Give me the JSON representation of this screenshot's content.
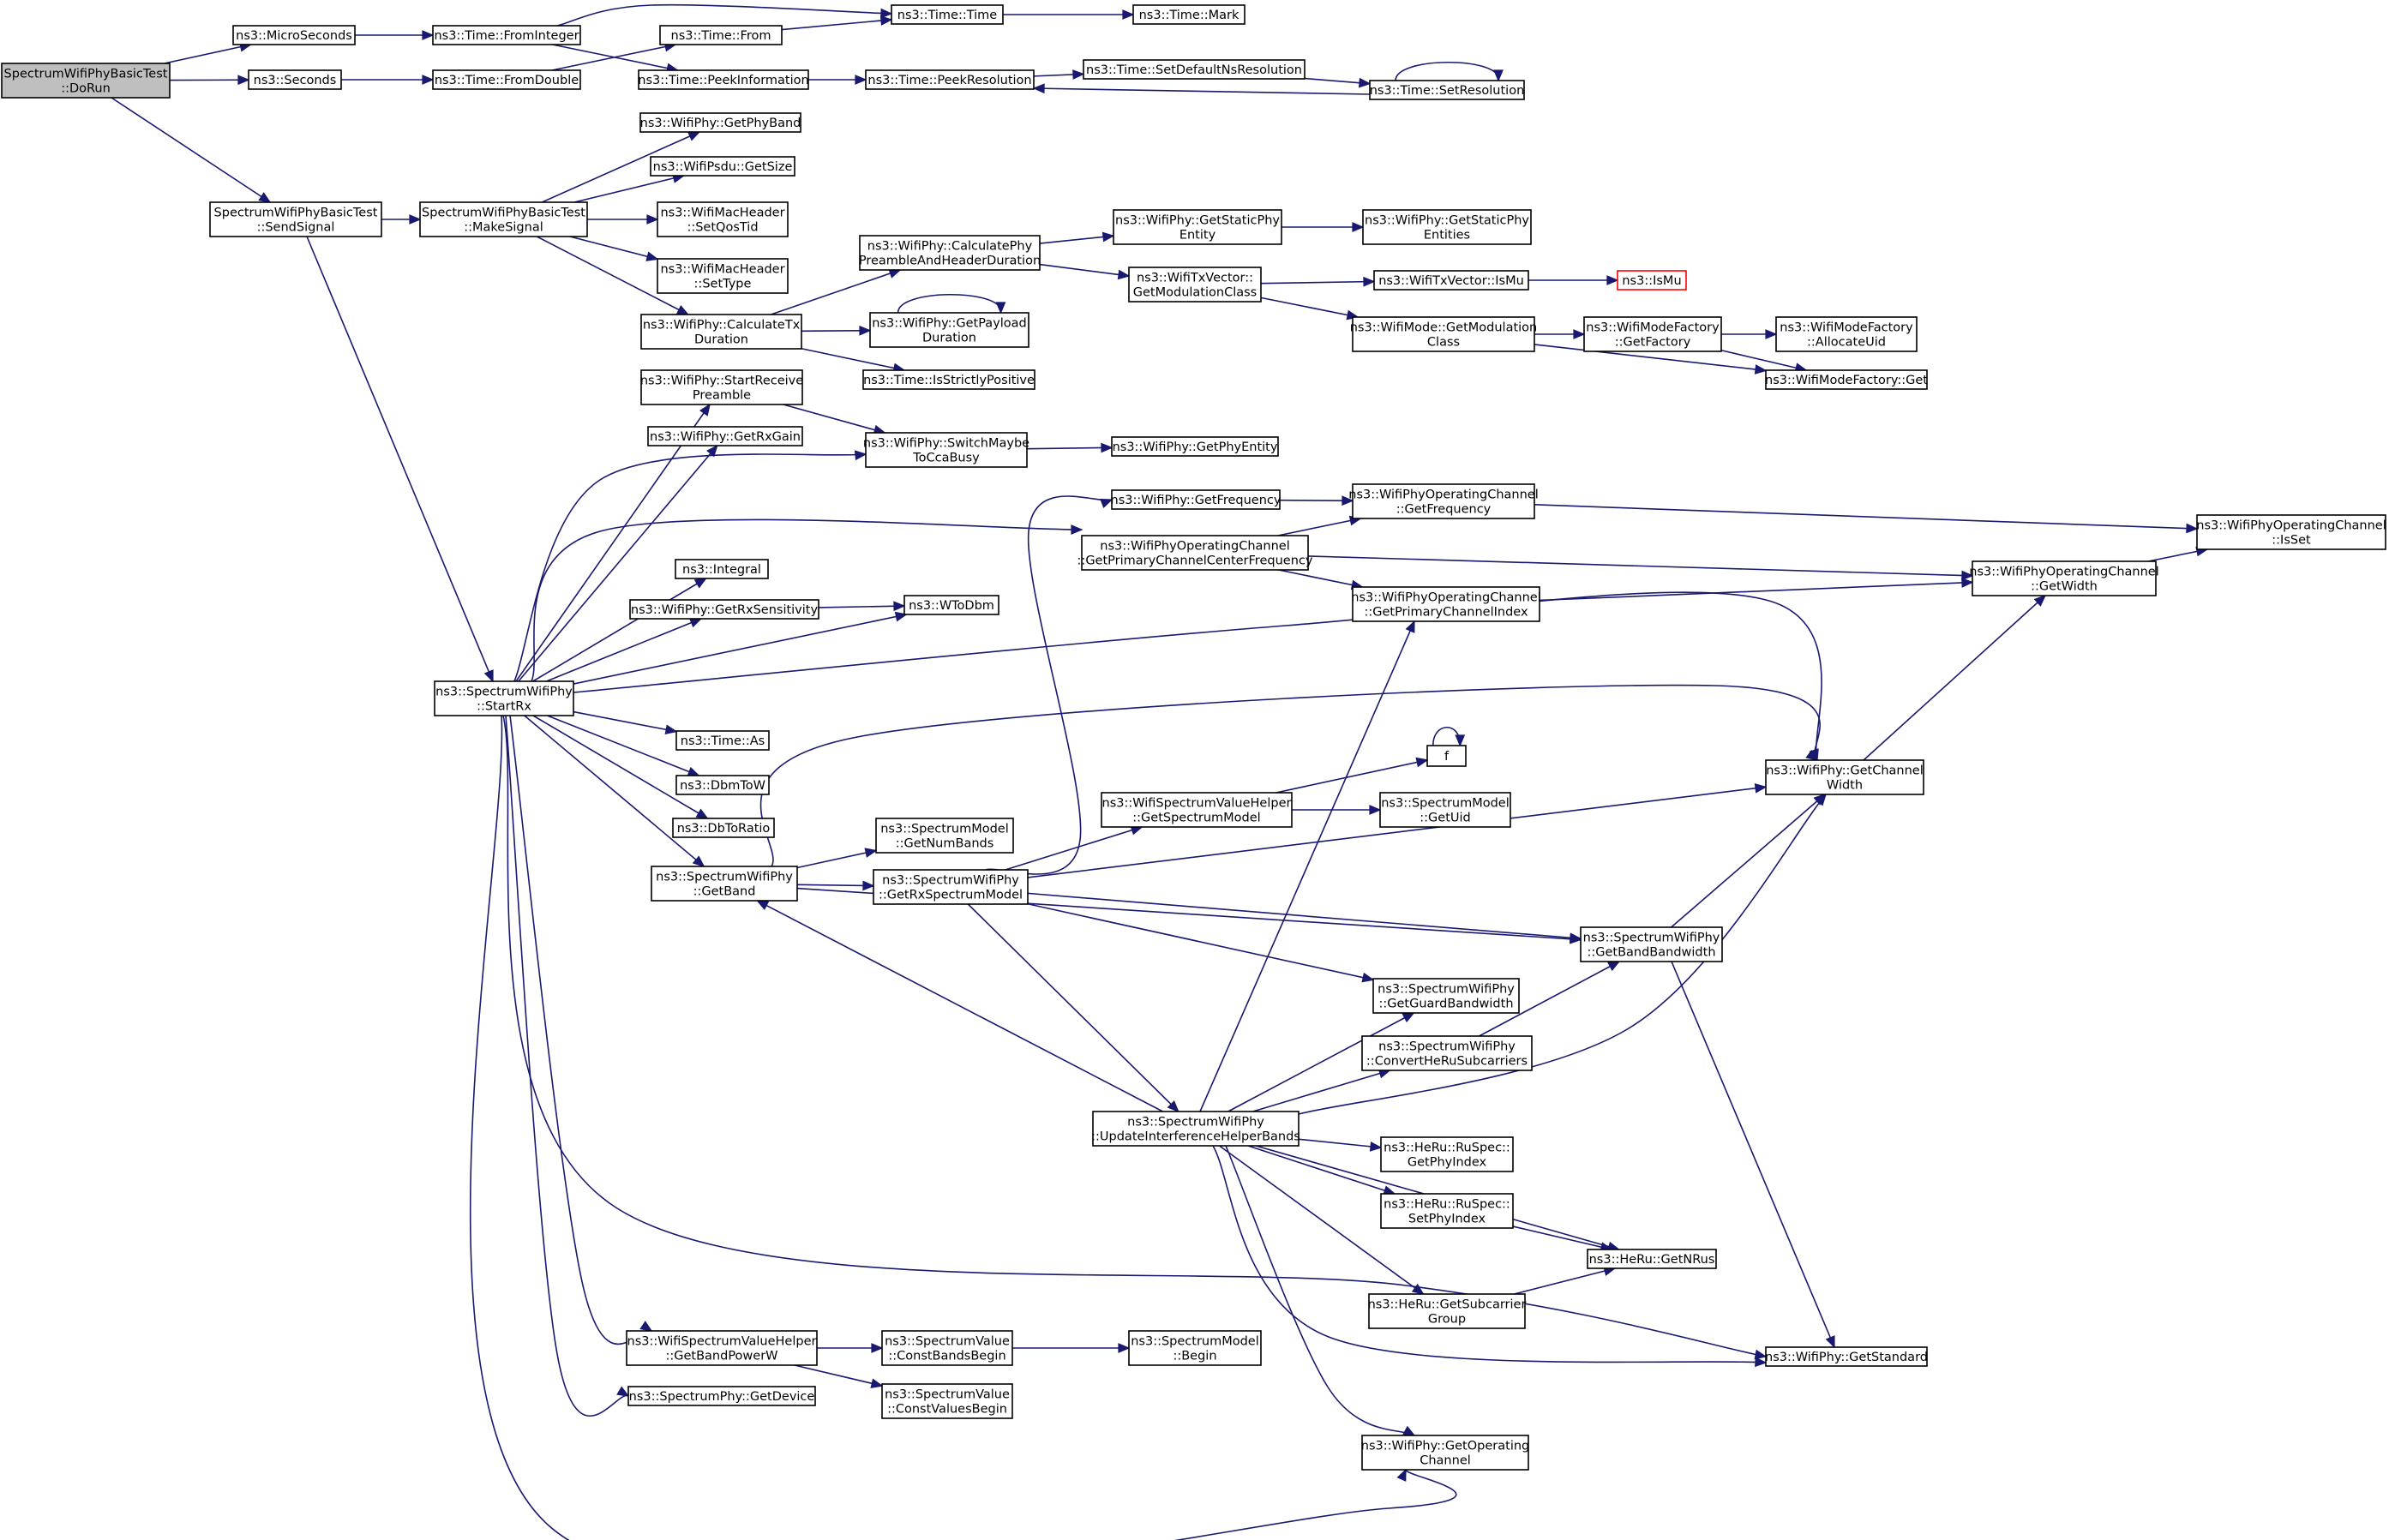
{
  "colors": {
    "edge": "#191970",
    "root_fill": "#bfbfbf",
    "highlight": "#ff0000",
    "box": "#000000"
  },
  "nodes": [
    {
      "id": "dorun",
      "lines": [
        "SpectrumWifiPhyBasicTest",
        "::DoRun"
      ]
    },
    {
      "id": "microseconds",
      "lines": [
        "ns3::MicroSeconds"
      ]
    },
    {
      "id": "seconds",
      "lines": [
        "ns3::Seconds"
      ]
    },
    {
      "id": "sendsignal",
      "lines": [
        "SpectrumWifiPhyBasicTest",
        "::SendSignal"
      ]
    },
    {
      "id": "frominteger",
      "lines": [
        "ns3::Time::FromInteger"
      ]
    },
    {
      "id": "fromdouble",
      "lines": [
        "ns3::Time::FromDouble"
      ]
    },
    {
      "id": "from",
      "lines": [
        "ns3::Time::From"
      ]
    },
    {
      "id": "peekinfo",
      "lines": [
        "ns3::Time::PeekInformation"
      ]
    },
    {
      "id": "time",
      "lines": [
        "ns3::Time::Time"
      ]
    },
    {
      "id": "mark",
      "lines": [
        "ns3::Time::Mark"
      ]
    },
    {
      "id": "peekres",
      "lines": [
        "ns3::Time::PeekResolution"
      ]
    },
    {
      "id": "setdefres",
      "lines": [
        "ns3::Time::SetDefaultNsResolution"
      ]
    },
    {
      "id": "setres",
      "lines": [
        "ns3::Time::SetResolution"
      ]
    },
    {
      "id": "makesignal",
      "lines": [
        "SpectrumWifiPhyBasicTest",
        "::MakeSignal"
      ]
    },
    {
      "id": "getphyband",
      "lines": [
        "ns3::WifiPhy::GetPhyBand"
      ]
    },
    {
      "id": "getsize",
      "lines": [
        "ns3::WifiPsdu::GetSize"
      ]
    },
    {
      "id": "setqostid",
      "lines": [
        "ns3::WifiMacHeader",
        "::SetQosTid"
      ]
    },
    {
      "id": "settype",
      "lines": [
        "ns3::WifiMacHeader",
        "::SetType"
      ]
    },
    {
      "id": "calctx",
      "lines": [
        "ns3::WifiPhy::CalculateTx",
        "Duration"
      ]
    },
    {
      "id": "calcphy",
      "lines": [
        "ns3::WifiPhy::CalculatePhy",
        "PreambleAndHeaderDuration"
      ]
    },
    {
      "id": "getpayload",
      "lines": [
        "ns3::WifiPhy::GetPayload",
        "Duration"
      ]
    },
    {
      "id": "isstrictly",
      "lines": [
        "ns3::Time::IsStrictlyPositive"
      ]
    },
    {
      "id": "getstaticphy",
      "lines": [
        "ns3::WifiPhy::GetStaticPhy",
        "Entity"
      ]
    },
    {
      "id": "getstaticphies",
      "lines": [
        "ns3::WifiPhy::GetStaticPhy",
        "Entities"
      ]
    },
    {
      "id": "getmodclass",
      "lines": [
        "ns3::WifiTxVector::",
        "GetModulationClass"
      ]
    },
    {
      "id": "txismu",
      "lines": [
        "ns3::WifiTxVector::IsMu"
      ]
    },
    {
      "id": "ismu",
      "lines": [
        "ns3::IsMu"
      ]
    },
    {
      "id": "modegetmod",
      "lines": [
        "ns3::WifiMode::GetModulation",
        "Class"
      ]
    },
    {
      "id": "getfactory",
      "lines": [
        "ns3::WifiModeFactory",
        "::GetFactory"
      ]
    },
    {
      "id": "allocuid",
      "lines": [
        "ns3::WifiModeFactory",
        "::AllocateUid"
      ]
    },
    {
      "id": "factoryget",
      "lines": [
        "ns3::WifiModeFactory::Get"
      ]
    },
    {
      "id": "startrecvpre",
      "lines": [
        "ns3::WifiPhy::StartReceive",
        "Preamble"
      ]
    },
    {
      "id": "getrxgain",
      "lines": [
        "ns3::WifiPhy::GetRxGain"
      ]
    },
    {
      "id": "switchcca",
      "lines": [
        "ns3::WifiPhy::SwitchMaybe",
        "ToCcaBusy"
      ]
    },
    {
      "id": "getphyentity",
      "lines": [
        "ns3::WifiPhy::GetPhyEntity"
      ]
    },
    {
      "id": "getfreq",
      "lines": [
        "ns3::WifiPhy::GetFrequency"
      ]
    },
    {
      "id": "opgetfreq",
      "lines": [
        "ns3::WifiPhyOperatingChannel",
        "::GetFrequency"
      ]
    },
    {
      "id": "opisset",
      "lines": [
        "ns3::WifiPhyOperatingChannel",
        "::IsSet"
      ]
    },
    {
      "id": "getprimcenter",
      "lines": [
        "ns3::WifiPhyOperatingChannel",
        "::GetPrimaryChannelCenterFrequency"
      ]
    },
    {
      "id": "opgetwidth",
      "lines": [
        "ns3::WifiPhyOperatingChannel",
        "::GetWidth"
      ]
    },
    {
      "id": "integral",
      "lines": [
        "ns3::Integral"
      ]
    },
    {
      "id": "getrxsens",
      "lines": [
        "ns3::WifiPhy::GetRxSensitivity"
      ]
    },
    {
      "id": "wtodbm",
      "lines": [
        "ns3::WToDbm"
      ]
    },
    {
      "id": "getprimindex",
      "lines": [
        "ns3::WifiPhyOperatingChannel",
        "::GetPrimaryChannelIndex"
      ]
    },
    {
      "id": "startrx",
      "lines": [
        "ns3::SpectrumWifiPhy",
        "::StartRx"
      ]
    },
    {
      "id": "timeas",
      "lines": [
        "ns3::Time::As"
      ]
    },
    {
      "id": "dbmtow",
      "lines": [
        "ns3::DbmToW"
      ]
    },
    {
      "id": "dbtoratio",
      "lines": [
        "ns3::DbToRatio"
      ]
    },
    {
      "id": "f",
      "lines": [
        "f"
      ]
    },
    {
      "id": "getchwidth",
      "lines": [
        "ns3::WifiPhy::GetChannel",
        "Width"
      ]
    },
    {
      "id": "vhgetspec",
      "lines": [
        "ns3::WifiSpectrumValueHelper",
        "::GetSpectrumModel"
      ]
    },
    {
      "id": "getuid",
      "lines": [
        "ns3::SpectrumModel",
        "::GetUid"
      ]
    },
    {
      "id": "getnumbands",
      "lines": [
        "ns3::SpectrumModel",
        "::GetNumBands"
      ]
    },
    {
      "id": "getband",
      "lines": [
        "ns3::SpectrumWifiPhy",
        "::GetBand"
      ]
    },
    {
      "id": "getrxspec",
      "lines": [
        "ns3::SpectrumWifiPhy",
        "::GetRxSpectrumModel"
      ]
    },
    {
      "id": "getbandbw",
      "lines": [
        "ns3::SpectrumWifiPhy",
        "::GetBandBandwidth"
      ]
    },
    {
      "id": "getguardbw",
      "lines": [
        "ns3::SpectrumWifiPhy",
        "::GetGuardBandwidth"
      ]
    },
    {
      "id": "convheru",
      "lines": [
        "ns3::SpectrumWifiPhy",
        "::ConvertHeRuSubcarriers"
      ]
    },
    {
      "id": "updateintf",
      "lines": [
        "ns3::SpectrumWifiPhy",
        "::UpdateInterferenceHelperBands"
      ]
    },
    {
      "id": "rugetphyidx",
      "lines": [
        "ns3::HeRu::RuSpec::",
        "GetPhyIndex"
      ]
    },
    {
      "id": "rusetphyidx",
      "lines": [
        "ns3::HeRu::RuSpec::",
        "SetPhyIndex"
      ]
    },
    {
      "id": "getnrus",
      "lines": [
        "ns3::HeRu::GetNRus"
      ]
    },
    {
      "id": "getsubcarrier",
      "lines": [
        "ns3::HeRu::GetSubcarrier",
        "Group"
      ]
    },
    {
      "id": "getstandard",
      "lines": [
        "ns3::WifiPhy::GetStandard"
      ]
    },
    {
      "id": "getbandpower",
      "lines": [
        "ns3::WifiSpectrumValueHelper",
        "::GetBandPowerW"
      ]
    },
    {
      "id": "constbands",
      "lines": [
        "ns3::SpectrumValue",
        "::ConstBandsBegin"
      ]
    },
    {
      "id": "smbegin",
      "lines": [
        "ns3::SpectrumModel",
        "::Begin"
      ]
    },
    {
      "id": "constvalues",
      "lines": [
        "ns3::SpectrumValue",
        "::ConstValuesBegin"
      ]
    },
    {
      "id": "getdevice",
      "lines": [
        "ns3::SpectrumPhy::GetDevice"
      ]
    },
    {
      "id": "getopchannel",
      "lines": [
        "ns3::WifiPhy::GetOperating",
        "Channel"
      ]
    }
  ],
  "edges": [
    [
      "dorun",
      "microseconds"
    ],
    [
      "dorun",
      "seconds"
    ],
    [
      "dorun",
      "sendsignal"
    ],
    [
      "microseconds",
      "frominteger"
    ],
    [
      "seconds",
      "fromdouble"
    ],
    [
      "frominteger",
      "time"
    ],
    [
      "frominteger",
      "peekinfo"
    ],
    [
      "fromdouble",
      "from"
    ],
    [
      "from",
      "time"
    ],
    [
      "time",
      "mark"
    ],
    [
      "peekinfo",
      "peekres"
    ],
    [
      "peekres",
      "setdefres"
    ],
    [
      "setdefres",
      "setres"
    ],
    [
      "setres",
      "peekres"
    ],
    [
      "setres",
      "setres"
    ],
    [
      "sendsignal",
      "makesignal"
    ],
    [
      "sendsignal",
      "startrx"
    ],
    [
      "makesignal",
      "getphyband"
    ],
    [
      "makesignal",
      "getsize"
    ],
    [
      "makesignal",
      "setqostid"
    ],
    [
      "makesignal",
      "settype"
    ],
    [
      "makesignal",
      "calctx"
    ],
    [
      "calctx",
      "calcphy"
    ],
    [
      "calctx",
      "getpayload"
    ],
    [
      "calctx",
      "isstrictly"
    ],
    [
      "getpayload",
      "getpayload"
    ],
    [
      "calcphy",
      "getstaticphy"
    ],
    [
      "calcphy",
      "getmodclass"
    ],
    [
      "getstaticphy",
      "getstaticphies"
    ],
    [
      "getmodclass",
      "txismu"
    ],
    [
      "getmodclass",
      "modegetmod"
    ],
    [
      "txismu",
      "ismu"
    ],
    [
      "modegetmod",
      "getfactory"
    ],
    [
      "modegetmod",
      "factoryget"
    ],
    [
      "getfactory",
      "allocuid"
    ],
    [
      "getfactory",
      "factoryget"
    ],
    [
      "startrx",
      "startrecvpre"
    ],
    [
      "startrx",
      "getrxgain"
    ],
    [
      "startrx",
      "switchcca"
    ],
    [
      "startrx",
      "getprimcenter"
    ],
    [
      "startrx",
      "integral"
    ],
    [
      "startrx",
      "getrxsens"
    ],
    [
      "startrx",
      "wtodbm"
    ],
    [
      "startrx",
      "getchwidth"
    ],
    [
      "startrx",
      "timeas"
    ],
    [
      "startrx",
      "dbmtow"
    ],
    [
      "startrx",
      "dbtoratio"
    ],
    [
      "startrx",
      "getband"
    ],
    [
      "startrx",
      "getbandpower"
    ],
    [
      "startrx",
      "getdevice"
    ],
    [
      "startrx",
      "getopchannel"
    ],
    [
      "startrx",
      "getstandard"
    ],
    [
      "startrecvpre",
      "switchcca"
    ],
    [
      "switchcca",
      "getphyentity"
    ],
    [
      "getrxsens",
      "wtodbm"
    ],
    [
      "getprimcenter",
      "opgetfreq"
    ],
    [
      "getprimcenter",
      "opgetwidth"
    ],
    [
      "getprimcenter",
      "getprimindex"
    ],
    [
      "getfreq",
      "opgetfreq"
    ],
    [
      "opgetfreq",
      "opisset"
    ],
    [
      "opgetwidth",
      "opisset"
    ],
    [
      "getprimindex",
      "opgetwidth"
    ],
    [
      "getband",
      "getnumbands"
    ],
    [
      "getband",
      "getrxspec"
    ],
    [
      "getband",
      "getbandbw"
    ],
    [
      "getband",
      "getchwidth"
    ],
    [
      "getrxspec",
      "getfreq"
    ],
    [
      "getrxspec",
      "vhgetspec"
    ],
    [
      "getrxspec",
      "getchwidth"
    ],
    [
      "getrxspec",
      "getbandbw"
    ],
    [
      "getrxspec",
      "getguardbw"
    ],
    [
      "getrxspec",
      "updateintf"
    ],
    [
      "vhgetspec",
      "f"
    ],
    [
      "vhgetspec",
      "getuid"
    ],
    [
      "f",
      "f"
    ],
    [
      "getchwidth",
      "opgetwidth"
    ],
    [
      "getbandbw",
      "getchwidth"
    ],
    [
      "getbandbw",
      "getstandard"
    ],
    [
      "convheru",
      "getbandbw"
    ],
    [
      "updateintf",
      "getband"
    ],
    [
      "updateintf",
      "getprimindex"
    ],
    [
      "updateintf",
      "getguardbw"
    ],
    [
      "updateintf",
      "convheru"
    ],
    [
      "updateintf",
      "getchwidth"
    ],
    [
      "updateintf",
      "rugetphyidx"
    ],
    [
      "updateintf",
      "rusetphyidx"
    ],
    [
      "updateintf",
      "getnrus"
    ],
    [
      "updateintf",
      "getsubcarrier"
    ],
    [
      "updateintf",
      "getstandard"
    ],
    [
      "updateintf",
      "getopchannel"
    ],
    [
      "rusetphyidx",
      "getnrus"
    ],
    [
      "getsubcarrier",
      "getnrus"
    ],
    [
      "getbandpower",
      "constbands"
    ],
    [
      "getbandpower",
      "constvalues"
    ],
    [
      "constbands",
      "smbegin"
    ]
  ]
}
